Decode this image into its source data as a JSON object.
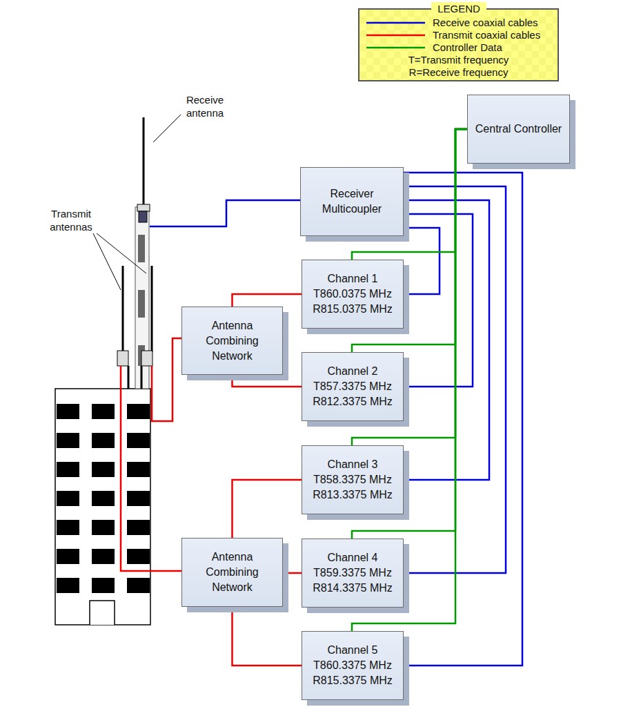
{
  "diagram": {
    "nodes": [
      {
        "text": [
          "Central Controller"
        ]
      },
      {
        "text": [
          "Receiver Multicoupler"
        ]
      },
      {
        "text": [
          "Channel 1",
          "T860.0375 MHz",
          "R815.0375 MHz"
        ]
      },
      {
        "text": [
          "Antenna Combining Network"
        ]
      },
      {
        "text": [
          "Channel 2",
          "T857.3375 MHz",
          "R812.3375 MHz"
        ]
      },
      {
        "text": [
          "Channel 3",
          "T858.3375 MHz",
          "R813.3375 MHz"
        ]
      },
      {
        "text": [
          "Antenna Combining Network"
        ]
      },
      {
        "text": [
          "Channel 4",
          "T859.3375 MHz",
          "R814.3375 MHz"
        ]
      },
      {
        "text": [
          "Channel 5",
          "T860.3375 MHz",
          "R815.3375 MHz"
        ]
      }
    ],
    "edges": [
      {
        "from": 1,
        "to": 2,
        "arrow": "none"
      },
      {
        "from": 1,
        "to": 4,
        "arrow": "none"
      },
      {
        "from": 1,
        "to": 5,
        "arrow": "none"
      },
      {
        "from": 1,
        "to": 7,
        "arrow": "none"
      },
      {
        "from": 1,
        "to": 8,
        "arrow": "none"
      },
      {
        "from": 0,
        "to": 2,
        "arrow": "none"
      },
      {
        "from": 0,
        "to": 4,
        "arrow": "none"
      },
      {
        "from": 0,
        "to": 5,
        "arrow": "none"
      },
      {
        "from": 0,
        "to": 7,
        "arrow": "none"
      },
      {
        "from": 0,
        "to": 8,
        "arrow": "none"
      },
      {
        "from": 3,
        "to": 2,
        "arrow": "none"
      },
      {
        "from": 3,
        "to": 4,
        "arrow": "none"
      },
      {
        "from": 6,
        "to": 5,
        "arrow": "none"
      },
      {
        "from": 6,
        "to": 7,
        "arrow": "none"
      },
      {
        "from": 6,
        "to": 8,
        "arrow": "none"
      }
    ],
    "labels": [
      "LEGEND",
      "Receive antenna",
      "Transmit antennas"
    ],
    "legend": [
      {
        "text": "Receive coaxial cables"
      },
      {
        "text": "Transmit coaxial cables"
      },
      {
        "text": "Controller Data"
      },
      {
        "text": "T=Transmit frequency"
      },
      {
        "text": "R=Receive frequency"
      }
    ]
  }
}
